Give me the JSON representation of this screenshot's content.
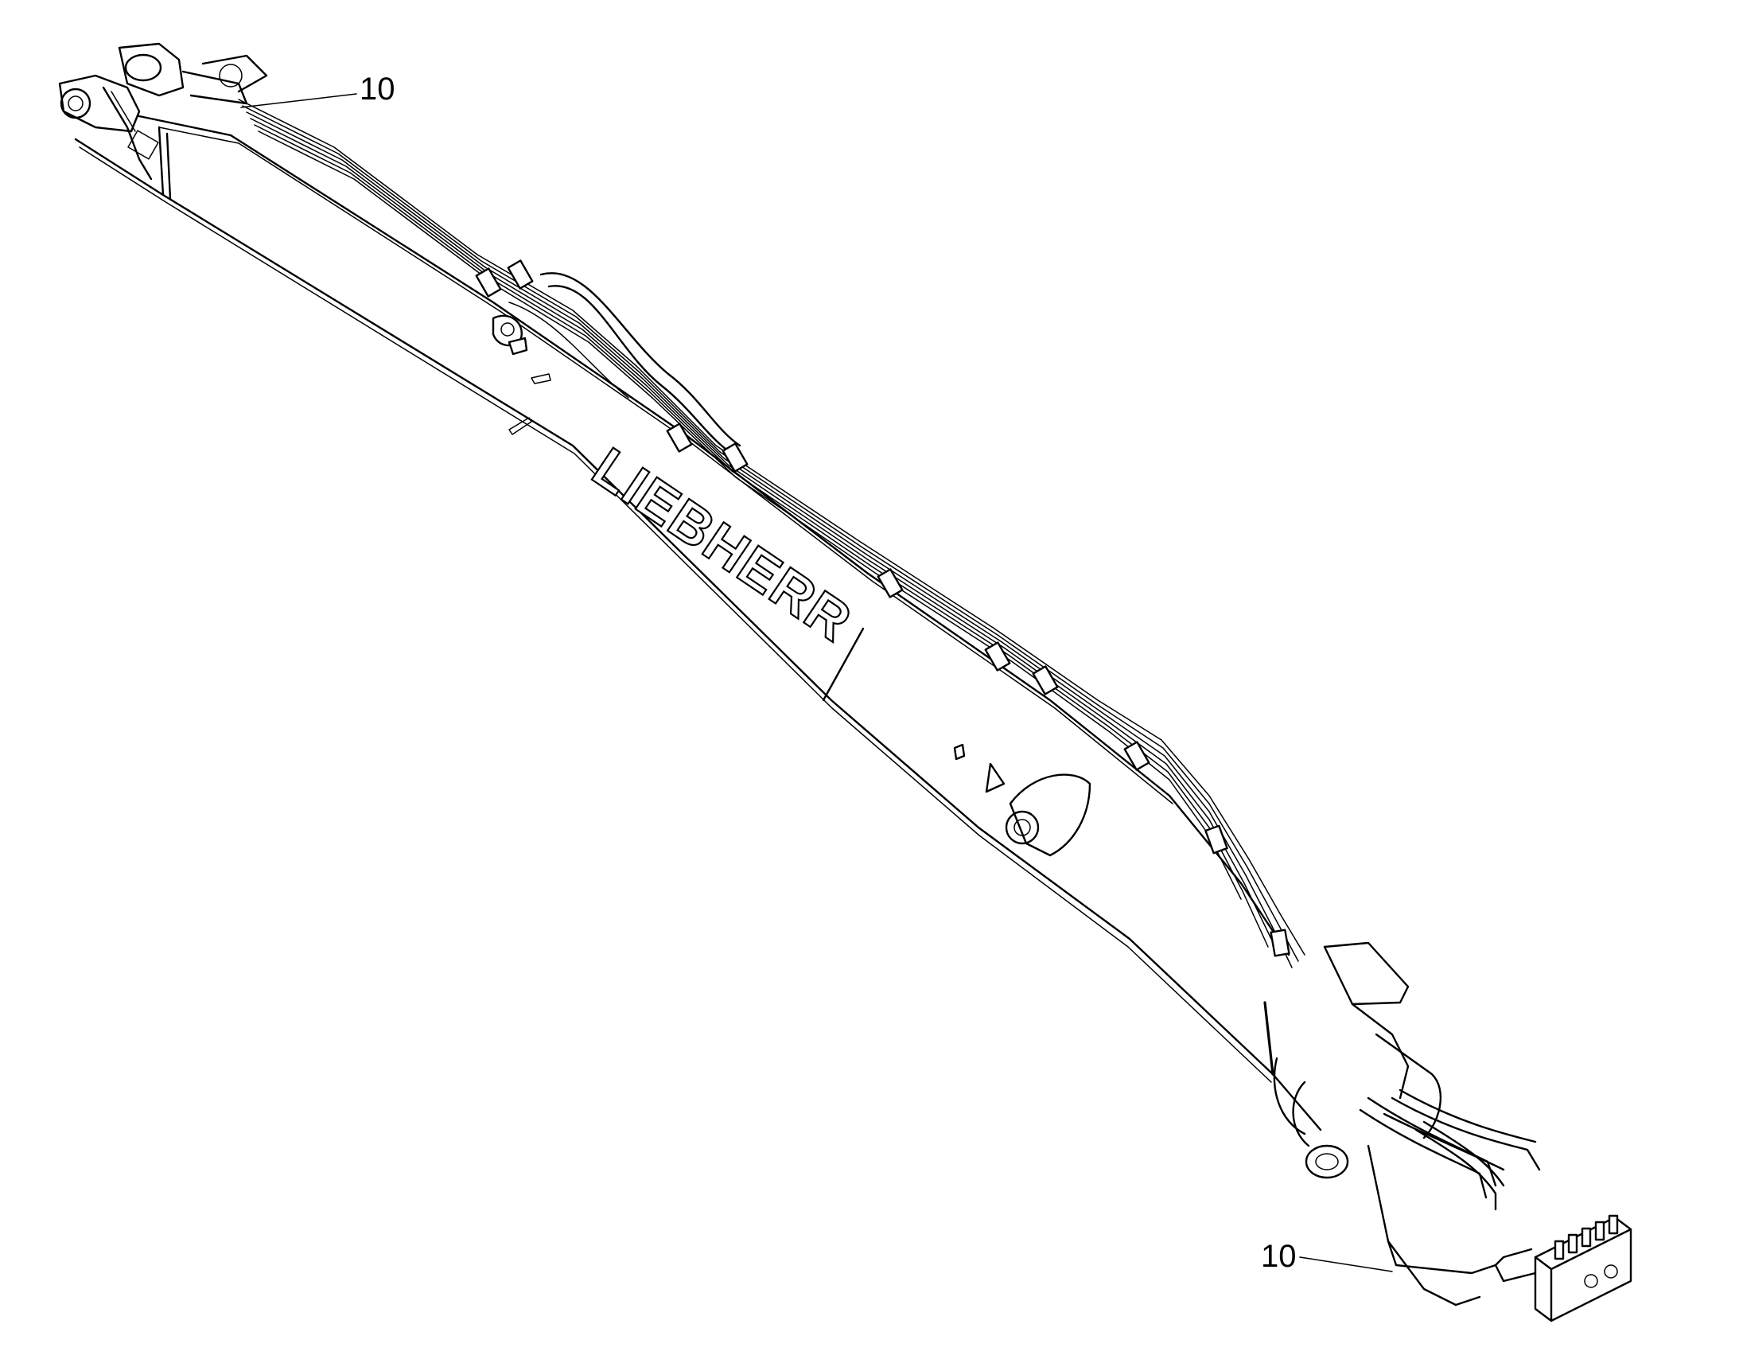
{
  "diagram": {
    "brand_marking": "LIEBHERR",
    "callouts": [
      {
        "id": "callout-top",
        "label": "10"
      },
      {
        "id": "callout-bottom",
        "label": "10"
      }
    ],
    "line_color": "#000000",
    "background_color": "#ffffff"
  }
}
